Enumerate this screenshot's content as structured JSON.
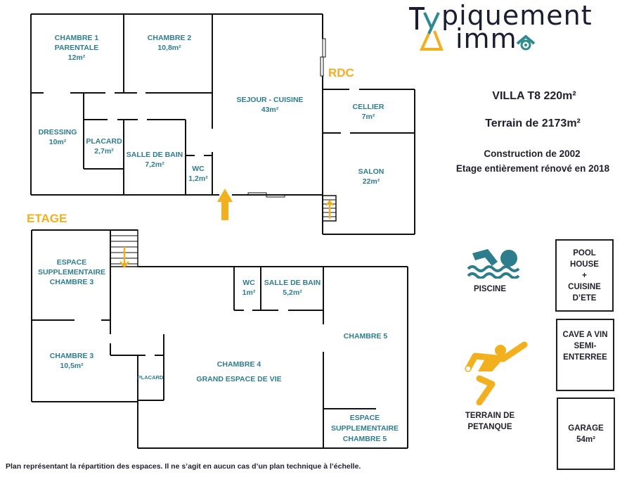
{
  "brand": {
    "name_line1": "Typiquement",
    "name_line1_rest": "piquement",
    "name_line2": "immo",
    "name_line2_rest": "imm",
    "colors": {
      "dark": "#1b1e33",
      "teal": "#2d8a8f",
      "yellow": "#f2b01e"
    }
  },
  "floors": {
    "rdc": "RDC",
    "etage": "ETAGE"
  },
  "rdc_rooms": [
    {
      "name": "CHAMBRE 1",
      "name2": "PARENTALE",
      "area": "12m²"
    },
    {
      "name": "CHAMBRE 2",
      "area": "10,8m²"
    },
    {
      "name": "SEJOUR - CUISINE",
      "area": "43m²"
    },
    {
      "name": "DRESSING",
      "area": "10m²"
    },
    {
      "name": "PLACARD",
      "area": "2,7m²"
    },
    {
      "name": "SALLE DE BAIN",
      "area": "7,2m²"
    },
    {
      "name": "WC",
      "area": "1,2m²"
    },
    {
      "name": "CELLIER",
      "area": "7m²"
    },
    {
      "name": "SALON",
      "area": "22m²"
    }
  ],
  "etage_rooms": [
    {
      "name": "ESPACE",
      "name2": "SUPPLEMENTAIRE",
      "name3": "CHAMBRE 3"
    },
    {
      "name": "CHAMBRE 3",
      "area": "10,5m²"
    },
    {
      "name": "PLACARD"
    },
    {
      "name": "WC",
      "area": "1m²"
    },
    {
      "name": "SALLE DE BAIN",
      "area": "5,2m²"
    },
    {
      "name": "CHAMBRE 5"
    },
    {
      "name": "CHAMBRE 4",
      "name2": "GRAND ESPACE DE VIE"
    },
    {
      "name": "ESPACE",
      "name2": "SUPPLEMENTAIRE",
      "name3": "CHAMBRE 5"
    }
  ],
  "info": {
    "title": "VILLA T8 220m²",
    "terrain": "Terrain de 2173m²",
    "construction": "Construction de 2002",
    "renovation": "Etage entièrement rénové en 2018"
  },
  "amenities": {
    "piscine": {
      "icon": "swimmer-icon",
      "label": "PISCINE"
    },
    "petanque": {
      "icon": "petanque-player-icon",
      "label1": "TERRAIN DE",
      "label2": "PETANQUE"
    },
    "pool_house": {
      "l1": "POOL",
      "l2": "HOUSE",
      "l3": "+",
      "l4": "CUISINE",
      "l5": "D’ETE"
    },
    "cave": {
      "l1": "CAVE A VIN",
      "l2": "SEMI-",
      "l3": "ENTERREE"
    },
    "garage": {
      "l1": "GARAGE",
      "l2": "54m²"
    }
  },
  "footer": "Plan représentant la répartition des espaces. Il ne s’agit en aucun cas d’un plan technique à l’échelle."
}
